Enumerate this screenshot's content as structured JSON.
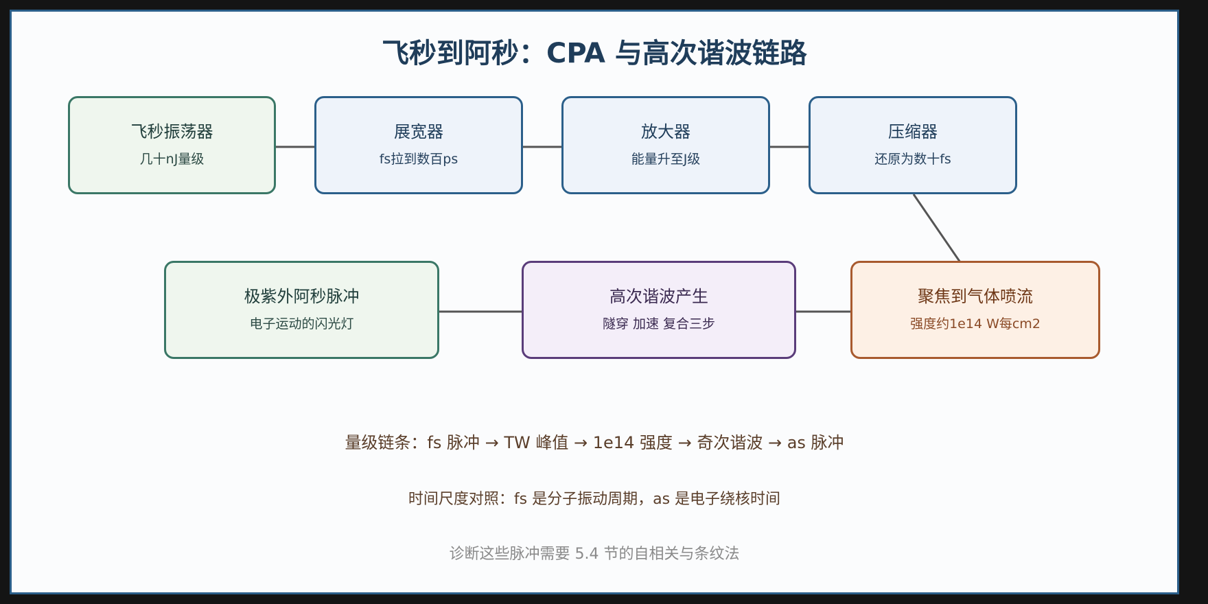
{
  "title": "飞秒到阿秒：CPA 与高次谐波链路",
  "nodes": [
    {
      "id": "oscillator",
      "title": "飞秒振荡器",
      "subtitle": "几十nJ量级"
    },
    {
      "id": "stretcher",
      "title": "展宽器",
      "subtitle": "fs拉到数百ps"
    },
    {
      "id": "amplifier",
      "title": "放大器",
      "subtitle": "能量升至J级"
    },
    {
      "id": "compressor",
      "title": "压缩器",
      "subtitle": "还原为数十fs"
    },
    {
      "id": "focus",
      "title": "聚焦到气体喷流",
      "subtitle": "强度约1e14 W每cm2"
    },
    {
      "id": "hhg",
      "title": "高次谐波产生",
      "subtitle": "隧穿 加速 复合三步"
    },
    {
      "id": "xuv",
      "title": "极紫外阿秒脉冲",
      "subtitle": "电子运动的闪光灯"
    }
  ],
  "edges": [
    [
      "oscillator",
      "stretcher"
    ],
    [
      "stretcher",
      "amplifier"
    ],
    [
      "amplifier",
      "compressor"
    ],
    [
      "compressor",
      "focus"
    ],
    [
      "focus",
      "hhg"
    ],
    [
      "hhg",
      "xuv"
    ]
  ],
  "notes": {
    "magnitude_chain": "量级链条：fs 脉冲 → TW 峰值 → 1e14 强度 → 奇次谐波 → as 脉冲",
    "time_scale": "时间尺度对照：fs 是分子振动周期，as 是电子绕核时间",
    "reference": "诊断这些脉冲需要 5.4 节的自相关与条纹法"
  },
  "colors": {
    "green": "#3a7766",
    "blue": "#2b5f8a",
    "purple": "#5a3c7a",
    "orange": "#a85a2e",
    "edge": "#555555"
  }
}
